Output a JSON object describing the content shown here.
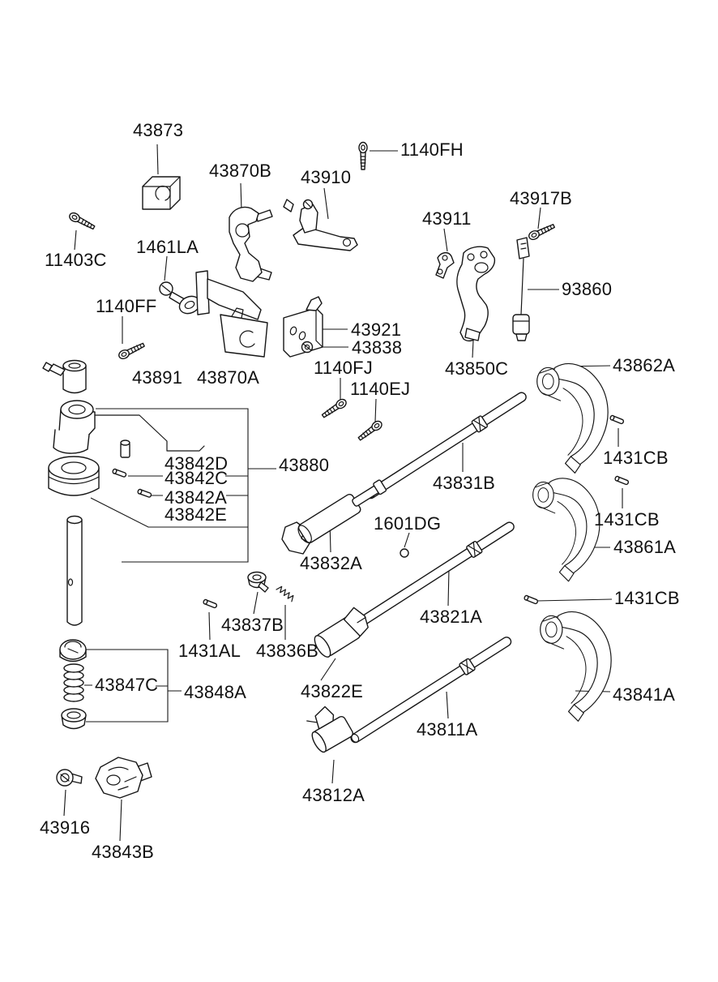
{
  "diagram": {
    "kind": "exploded-parts-diagram",
    "subject": "Gear shift control mechanism parts",
    "colors": {
      "background": "#ffffff",
      "line": "#161616",
      "text": "#111111"
    },
    "labels": {
      "p43873": "43873",
      "p1140FH": "1140FH",
      "p43870B": "43870B",
      "p43910": "43910",
      "p43917B": "43917B",
      "p43911": "43911",
      "p1461LA": "1461LA",
      "p11403C": "11403C",
      "p93860": "93860",
      "p1140FF": "1140FF",
      "p43921": "43921",
      "p43838": "43838",
      "p1140FJ": "1140FJ",
      "p43850C": "43850C",
      "p43862A": "43862A",
      "p1140EJ": "1140EJ",
      "p43891": "43891",
      "p43870A": "43870A",
      "p1431CB_1": "1431CB",
      "p43842D": "43842D",
      "p43880": "43880",
      "p43842C": "43842C",
      "p43831B": "43831B",
      "p43842A": "43842A",
      "p43842E": "43842E",
      "p1431CB_2": "1431CB",
      "p1601DG": "1601DG",
      "p43861A": "43861A",
      "p43832A": "43832A",
      "p1431CB_3": "1431CB",
      "p43821A": "43821A",
      "p43837B": "43837B",
      "p1431AL": "1431AL",
      "p43836B": "43836B",
      "p43847C": "43847C",
      "p43848A": "43848A",
      "p43822E": "43822E",
      "p43841A": "43841A",
      "p43811A": "43811A",
      "p43812A": "43812A",
      "p43916": "43916",
      "p43843B": "43843B"
    }
  }
}
